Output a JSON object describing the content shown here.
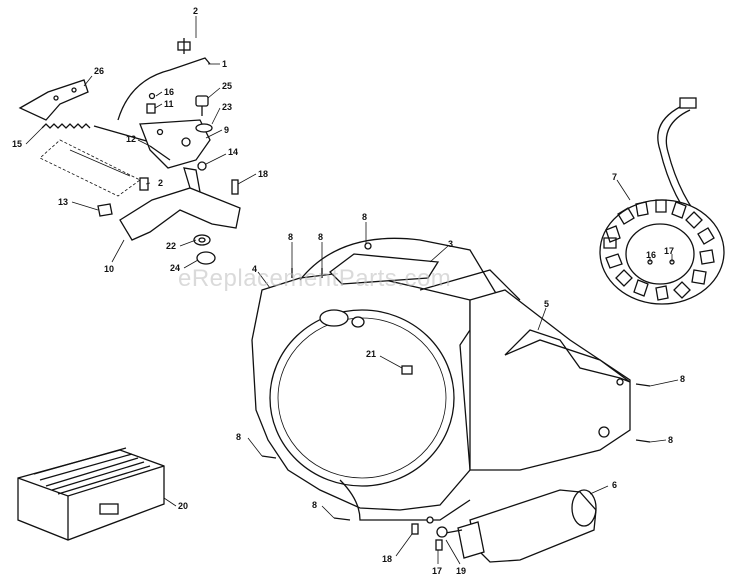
{
  "watermark": "eReplacementParts.com",
  "callouts": [
    "2",
    "1",
    "26",
    "16",
    "25",
    "11",
    "23",
    "15",
    "9",
    "12",
    "14",
    "2",
    "18",
    "13",
    "22",
    "10",
    "24",
    "8",
    "8",
    "8",
    "3",
    "4",
    "7",
    "16",
    "17",
    "5",
    "21",
    "8",
    "8",
    "8",
    "6",
    "20",
    "8",
    "18",
    "17",
    "19"
  ]
}
